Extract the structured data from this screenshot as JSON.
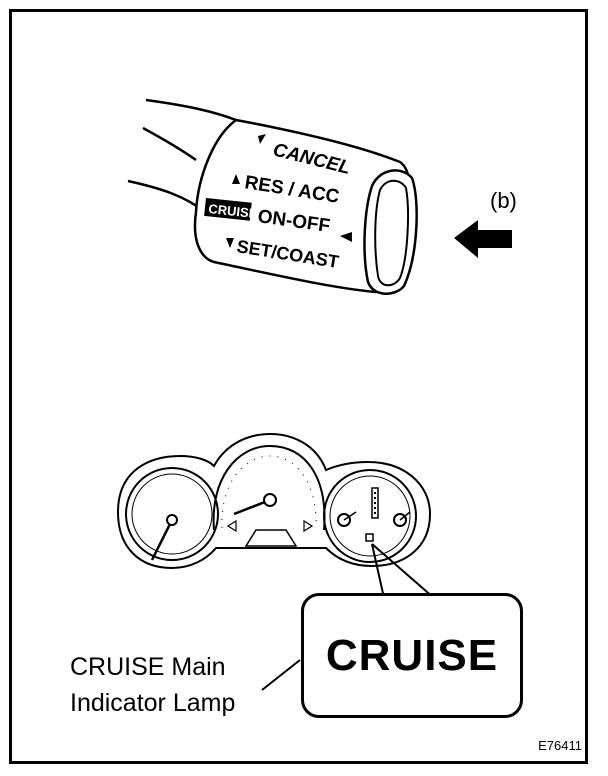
{
  "switch": {
    "cancel": "CANCEL",
    "res_acc": "RES / ACC",
    "cruise_badge": "CRUISE",
    "on_off": "ON-OFF",
    "set_coast": "SET/COAST"
  },
  "callout_b": "(b)",
  "lamp_label_line1": "CRUISE Main",
  "lamp_label_line2": "Indicator Lamp",
  "lamp_display": "CRUISE",
  "figure_code": "E76411"
}
